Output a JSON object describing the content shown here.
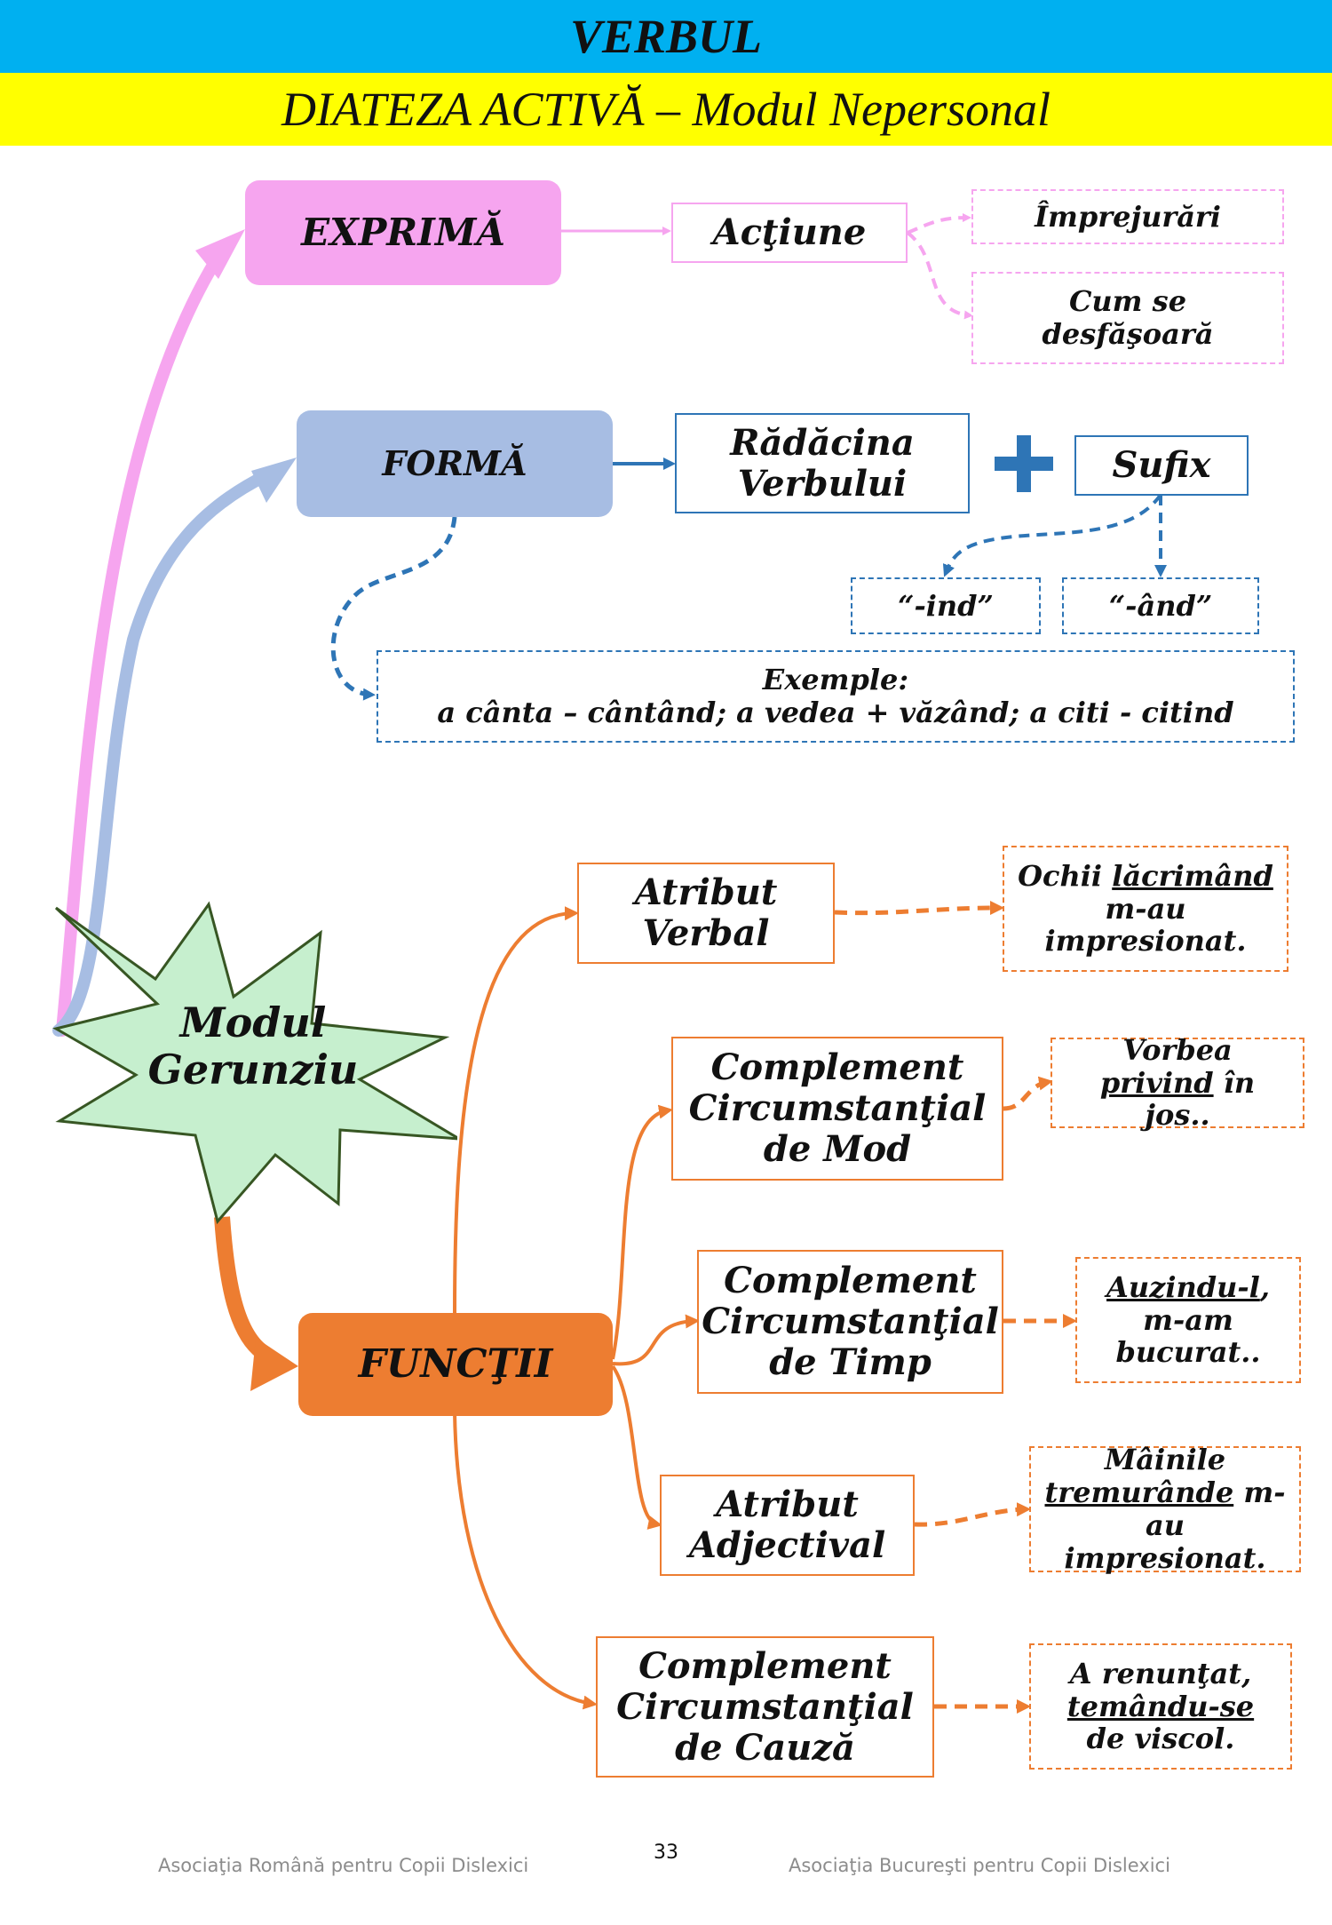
{
  "header": {
    "title": "VERBUL",
    "subtitle": "DIATEZA ACTIVĂ – Modul Nepersonal"
  },
  "center": {
    "line1": "Modul",
    "line2": "Gerunziu"
  },
  "exprima": {
    "label": "EXPRIMĂ",
    "actiune": "Acţiune",
    "imprejurari": "Împrejurări",
    "cum_se": "Cum se desfăşoară"
  },
  "forma": {
    "label": "FORMĂ",
    "radacina": "Rădăcina Verbului",
    "plus": "+",
    "sufix": "Sufix",
    "suffix_ind": "“-ind”",
    "suffix_and": "“-ând”",
    "exemple_title": "Exemple:",
    "exemple_text": "a cânta – cântând; a vedea + văzând; a citi - citind"
  },
  "functii": {
    "label": "FUNCŢII",
    "items": [
      {
        "name": "Atribut Verbal",
        "ex_pre": "Ochii ",
        "ex_u": "lăcrimând",
        "ex_post": " m-au impresionat."
      },
      {
        "name": "Complement Circumstanţial de Mod",
        "ex_pre": "Vorbea ",
        "ex_u": "privind",
        "ex_post": " în jos.."
      },
      {
        "name": "Complement Circumstanţial de Timp",
        "ex_pre": "",
        "ex_u": "Auzindu-l",
        "ex_post": ", m-am bucurat.."
      },
      {
        "name": "Atribut Adjectival",
        "ex_pre": "Mâinile ",
        "ex_u": "tremurânde",
        "ex_post": " m-au impresionat."
      },
      {
        "name": "Complement Circumstanţial de Cauză",
        "ex_pre": "A renunţat, ",
        "ex_u": "temându-se",
        "ex_post": " de viscol."
      }
    ]
  },
  "footer": {
    "left": "Asociaţia Română pentru Copii Dislexici",
    "page": "33",
    "right": "Asociaţia Bucureşti pentru Copii Dislexici"
  },
  "colors": {
    "pink": "#f6a5ef",
    "blue_fill": "#a7bde3",
    "blue_line": "#2e75b6",
    "orange": "#ed7d31",
    "star_fill": "#c6efce",
    "header_blue": "#00b0f0",
    "header_yellow": "#ffff00"
  }
}
